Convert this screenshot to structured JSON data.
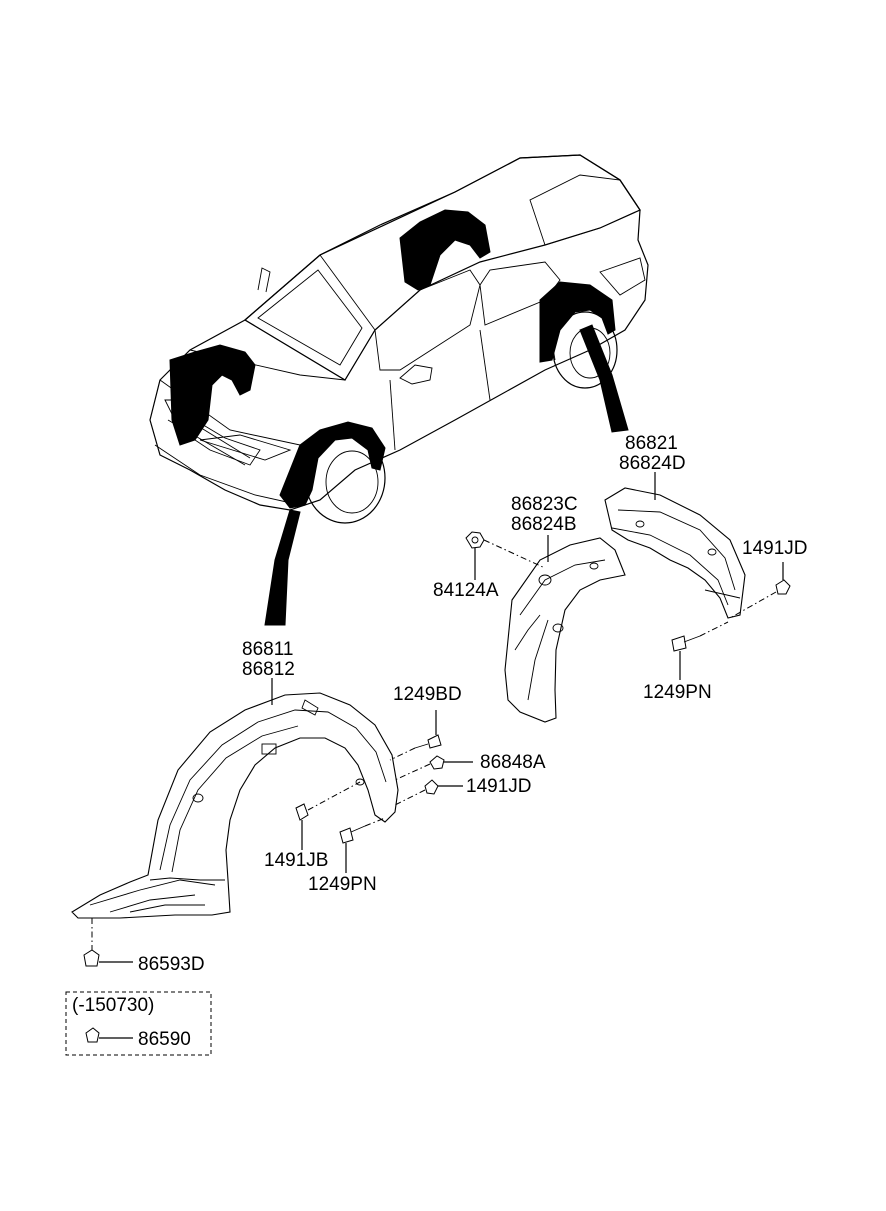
{
  "labels": {
    "rear_liner_top": "86821",
    "rear_liner_bottom": "86824D",
    "rear_guard_top": "86823C",
    "rear_guard_bottom": "86824B",
    "nut_rear": "84124A",
    "clip_rear": "1491JD",
    "screw_rear": "1249PN",
    "front_liner_top": "86811",
    "front_liner_bottom": "86812",
    "bolt_front": "1249BD",
    "nut_front": "86848A",
    "clip_front": "1491JD",
    "clip_front_b": "1491JB",
    "screw_front": "1249PN",
    "fastener_front": "86593D",
    "date_range": "(-150730)",
    "fastener_alt": "86590"
  },
  "colors": {
    "line": "#000000",
    "background": "#ffffff",
    "highlight": "#000000"
  }
}
